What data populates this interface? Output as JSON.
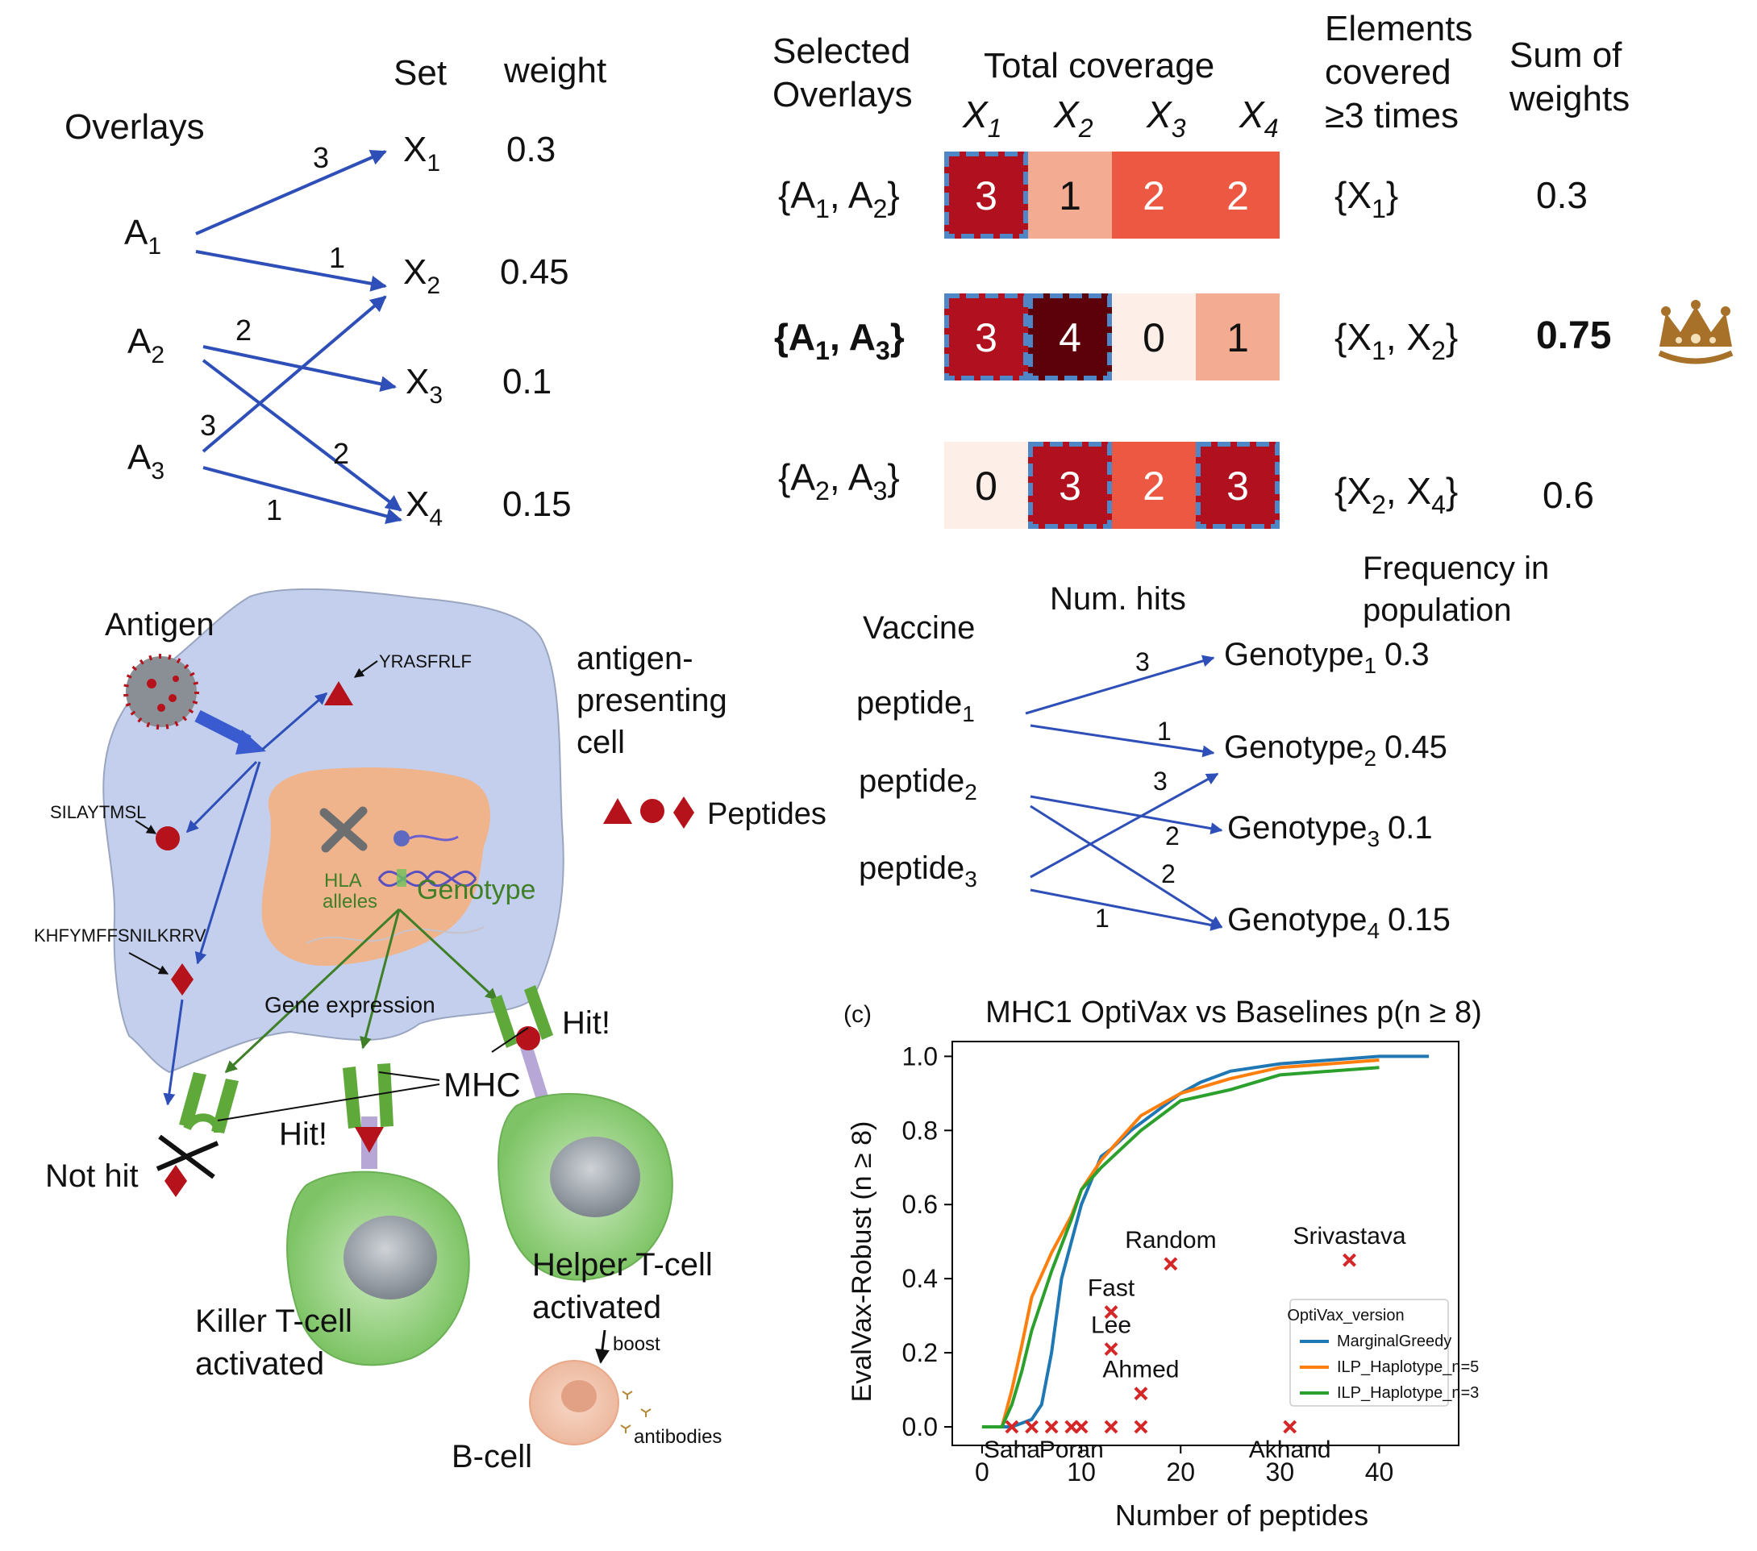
{
  "panel_a": {
    "col_set": "Set",
    "col_weight": "weight",
    "overlays_label": "Overlays",
    "overlays": [
      {
        "base": "A",
        "sub": "1"
      },
      {
        "base": "A",
        "sub": "2"
      },
      {
        "base": "A",
        "sub": "3"
      }
    ],
    "sets": [
      {
        "base": "X",
        "sub": "1",
        "weight": "0.3"
      },
      {
        "base": "X",
        "sub": "2",
        "weight": "0.45"
      },
      {
        "base": "X",
        "sub": "3",
        "weight": "0.1"
      },
      {
        "base": "X",
        "sub": "4",
        "weight": "0.15"
      }
    ],
    "edges": [
      {
        "from": "A1",
        "to": "X1",
        "label": "3"
      },
      {
        "from": "A1",
        "to": "X2",
        "label": "1"
      },
      {
        "from": "A2",
        "to": "X3",
        "label": "2"
      },
      {
        "from": "A2",
        "to": "X4",
        "label": "2"
      },
      {
        "from": "A3",
        "to": "X2",
        "label": "3"
      },
      {
        "from": "A3",
        "to": "X4",
        "label": "1"
      }
    ]
  },
  "panel_b": {
    "col_selected": [
      "Selected",
      "Overlays"
    ],
    "col_total": "Total coverage",
    "col_elements": [
      "Elements",
      "covered",
      "≥3 times"
    ],
    "col_sum": [
      "Sum of",
      "weights"
    ],
    "x_headers": [
      {
        "base": "X",
        "sub": "1"
      },
      {
        "base": "X",
        "sub": "2"
      },
      {
        "base": "X",
        "sub": "3"
      },
      {
        "base": "X",
        "sub": "4"
      }
    ],
    "rows": [
      {
        "sel": [
          {
            "base": "A",
            "sub": "1"
          },
          {
            "base": "A",
            "sub": "2"
          }
        ],
        "bold": false,
        "values": [
          "3",
          "1",
          "2",
          "2"
        ],
        "colors": [
          "#b1101e",
          "#f3ac91",
          "#ec5841",
          "#ec5841"
        ],
        "text_colors": [
          "#ffffff",
          "#111111",
          "#ffffff",
          "#ffffff"
        ],
        "highlight": [
          true,
          false,
          false,
          false
        ],
        "elements": [
          {
            "base": "X",
            "sub": "1"
          }
        ],
        "sum": "0.3",
        "best": false
      },
      {
        "sel": [
          {
            "base": "A",
            "sub": "1"
          },
          {
            "base": "A",
            "sub": "3"
          }
        ],
        "bold": true,
        "values": [
          "3",
          "4",
          "0",
          "1"
        ],
        "colors": [
          "#b1101e",
          "#5c0009",
          "#fdeee8",
          "#f3ac91"
        ],
        "text_colors": [
          "#ffffff",
          "#ffffff",
          "#111111",
          "#111111"
        ],
        "highlight": [
          true,
          true,
          false,
          false
        ],
        "elements": [
          {
            "base": "X",
            "sub": "1"
          },
          {
            "base": "X",
            "sub": "2"
          }
        ],
        "sum": "0.75",
        "best": true
      },
      {
        "sel": [
          {
            "base": "A",
            "sub": "2"
          },
          {
            "base": "A",
            "sub": "3"
          }
        ],
        "bold": false,
        "values": [
          "0",
          "3",
          "2",
          "3"
        ],
        "colors": [
          "#fdeee8",
          "#b1101e",
          "#ec5841",
          "#b1101e"
        ],
        "text_colors": [
          "#111111",
          "#ffffff",
          "#ffffff",
          "#ffffff"
        ],
        "highlight": [
          false,
          true,
          false,
          true
        ],
        "elements": [
          {
            "base": "X",
            "sub": "2"
          },
          {
            "base": "X",
            "sub": "4"
          }
        ],
        "sum": "0.6",
        "best": false
      }
    ],
    "crown_color": "#a8712a",
    "highlight_color": "#4f86c6"
  },
  "panel_c": {
    "antigen": "Antigen",
    "peptide_names": [
      "YRASFRLF",
      "SILAYTMSL",
      "KHFYMFFSNILKRRV"
    ],
    "apc_label": [
      "antigen-",
      "presenting",
      "cell"
    ],
    "peptides_legend": "Peptides",
    "hla": [
      "HLA",
      "alleles"
    ],
    "genotype": "Genotype",
    "gene_expression": "Gene expression",
    "mhc": "MHC",
    "hit1": "Hit!",
    "hit2": "Hit!",
    "not_hit": "Not hit",
    "killer": [
      "Killer T-cell",
      "activated"
    ],
    "helper": [
      "Helper T-cell",
      "activated"
    ],
    "boost": "boost",
    "antibodies": "antibodies",
    "bcell": "B-cell",
    "colors": {
      "cell": "#c3cfec",
      "nucleus": "#f0b48d",
      "peptide": "#b5121b",
      "green": "#3f7f27",
      "tcell": "#8ed279"
    }
  },
  "panel_d": {
    "col_vaccine": "Vaccine",
    "col_hits": "Num. hits",
    "col_freq": [
      "Frequency in",
      "population"
    ],
    "peptides": [
      {
        "base": "peptide",
        "sub": "1"
      },
      {
        "base": "peptide",
        "sub": "2"
      },
      {
        "base": "peptide",
        "sub": "3"
      }
    ],
    "genotypes": [
      {
        "base": "Genotype",
        "sub": "1",
        "freq": "0.3"
      },
      {
        "base": "Genotype",
        "sub": "2",
        "freq": "0.45"
      },
      {
        "base": "Genotype",
        "sub": "3",
        "freq": "0.1"
      },
      {
        "base": "Genotype",
        "sub": "4",
        "freq": "0.15"
      }
    ],
    "edge_labels": [
      "3",
      "1",
      "3",
      "2",
      "2",
      "1"
    ]
  },
  "chart_data": {
    "type": "line",
    "panel_label": "(c)",
    "title": "MHC1 OptiVax vs Baselines p(n ≥ 8)",
    "xlabel": "Number of peptides",
    "ylabel": "EvalVax-Robust (n ≥ 8)",
    "xlim": [
      -3,
      48
    ],
    "ylim": [
      -0.05,
      1.04
    ],
    "xticks": [
      0,
      10,
      20,
      30,
      40
    ],
    "yticks": [
      0.0,
      0.2,
      0.4,
      0.6,
      0.8,
      1.0
    ],
    "xtick_labels": [
      "0",
      "10",
      "20",
      "30",
      "40"
    ],
    "ytick_labels": [
      "0.0",
      "0.2",
      "0.4",
      "0.6",
      "0.8",
      "1.0"
    ],
    "legend_title": "OptiVax_version",
    "legend_position": "lower right",
    "series": [
      {
        "name": "MarginalGreedy",
        "color": "#1f77b4",
        "x": [
          0,
          3,
          5,
          6,
          7,
          8,
          10,
          12,
          13,
          15,
          18,
          20,
          22,
          25,
          30,
          35,
          40,
          45
        ],
        "y": [
          0.0,
          0.0,
          0.02,
          0.06,
          0.2,
          0.4,
          0.6,
          0.73,
          0.75,
          0.8,
          0.86,
          0.9,
          0.93,
          0.96,
          0.98,
          0.99,
          1.0,
          1.0
        ]
      },
      {
        "name": "ILP_Haplotype_n=5",
        "color": "#ff7f0e",
        "x": [
          0,
          2,
          3,
          4,
          5,
          7,
          9,
          10,
          12,
          14,
          16,
          18,
          20,
          25,
          30,
          35,
          40
        ],
        "y": [
          0.0,
          0.0,
          0.1,
          0.22,
          0.35,
          0.47,
          0.57,
          0.64,
          0.72,
          0.78,
          0.84,
          0.87,
          0.9,
          0.94,
          0.97,
          0.98,
          0.99
        ]
      },
      {
        "name": "ILP_Haplotype_n=3",
        "color": "#2ca02c",
        "x": [
          0,
          2,
          3,
          4,
          5,
          7,
          9,
          10,
          12,
          14,
          16,
          18,
          20,
          25,
          30,
          35,
          40
        ],
        "y": [
          0.0,
          0.0,
          0.06,
          0.15,
          0.26,
          0.42,
          0.56,
          0.64,
          0.7,
          0.75,
          0.8,
          0.84,
          0.88,
          0.91,
          0.95,
          0.96,
          0.97
        ]
      }
    ],
    "points": [
      {
        "label": "Random",
        "x": 19,
        "y": 0.44
      },
      {
        "label": "Srivastava",
        "x": 37,
        "y": 0.45
      },
      {
        "label": "Fast",
        "x": 13,
        "y": 0.31
      },
      {
        "label": "Lee",
        "x": 13,
        "y": 0.21
      },
      {
        "label": "Ahmed",
        "x": 16,
        "y": 0.09
      },
      {
        "label": "Saha",
        "x": 3,
        "y": 0.0
      },
      {
        "label": "Poran",
        "x": 9,
        "y": 0.0
      },
      {
        "label": "Akhand",
        "x": 31,
        "y": 0.0
      },
      {
        "label": "",
        "x": 5,
        "y": 0.0
      },
      {
        "label": "",
        "x": 7,
        "y": 0.0
      },
      {
        "label": "",
        "x": 10,
        "y": 0.0
      },
      {
        "label": "",
        "x": 13,
        "y": 0.0
      },
      {
        "label": "",
        "x": 16,
        "y": 0.0
      }
    ],
    "marker_color": "#d62728"
  }
}
